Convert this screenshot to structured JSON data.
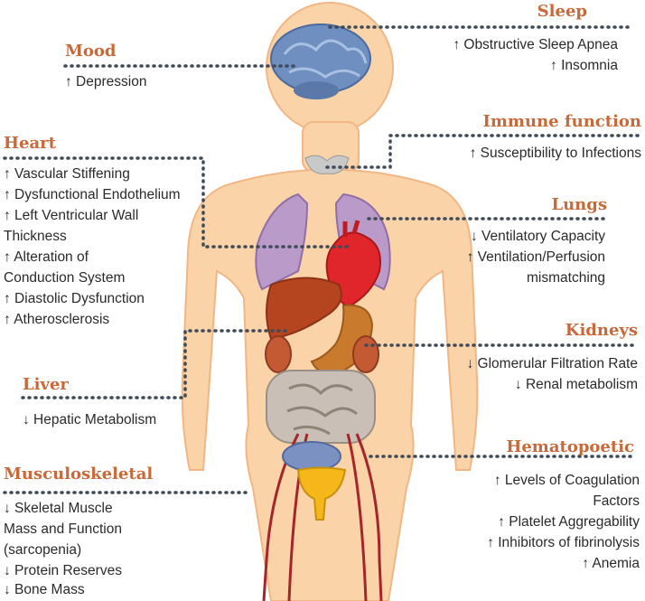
{
  "sections": {
    "sleep": {
      "title": "Sleep",
      "items": [
        "↑ Obstructive Sleep Apnea",
        "↑ Insomnia"
      ]
    },
    "mood": {
      "title": "Mood",
      "items": [
        "↑ Depression"
      ]
    },
    "immune": {
      "title": "Immune function",
      "items": [
        "↑ Susceptibility to Infections"
      ]
    },
    "heart": {
      "title": "Heart",
      "items": [
        "↑ Vascular Stiffening",
        "↑ Dysfunctional Endothelium",
        "↑ Left Ventricular Wall",
        "Thickness",
        "↑ Alteration of",
        "Conduction System",
        "↑ Diastolic Dysfunction",
        "↑ Atherosclerosis"
      ]
    },
    "lungs": {
      "title": "Lungs",
      "items": [
        "↓ Ventilatory Capacity",
        "↑ Ventilation/Perfusion",
        "mismatching"
      ]
    },
    "kidneys": {
      "title": "Kidneys",
      "items": [
        "↓ Glomerular Filtration Rate",
        "↓ Renal metabolism"
      ]
    },
    "liver": {
      "title": "Liver",
      "items": [
        "↓ Hepatic Metabolism"
      ]
    },
    "hematopoetic": {
      "title": "Hematopoetic",
      "items": [
        "↑ Levels of Coagulation",
        "Factors",
        "↑ Platelet Aggregability",
        "↑ Inhibitors of fibrinolysis",
        "↑ Anemia"
      ]
    },
    "musculoskeletal": {
      "title": "Musculoskeletal",
      "items": [
        "↓ Skeletal Muscle",
        "Mass and Function",
        "(sarcopenia)",
        "↓ Protein Reserves",
        "↓ Bone Mass"
      ]
    }
  },
  "colors": {
    "title": "#c8693a",
    "skin": "#fbd7b0",
    "dots": "#3f4a57"
  }
}
